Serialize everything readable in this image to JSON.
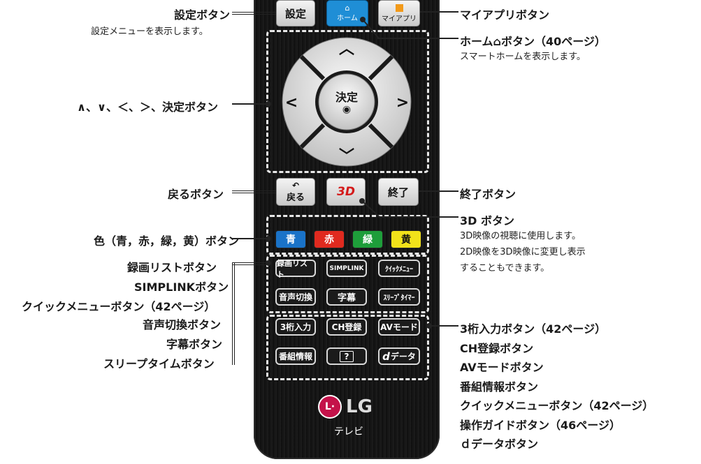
{
  "remote": {
    "settings_btn": "設定",
    "home_btn": "ホーム",
    "myapps_btn": "マイアプリ",
    "ok_btn": "決定",
    "back_btn": "戻る",
    "btn_3d": "3D",
    "exit_btn": "終了",
    "color_blue": "青",
    "color_red": "赤",
    "color_green": "緑",
    "color_yellow": "黄",
    "rec_list": "録画リスト",
    "simplink": "SIMPLINK",
    "quick_menu": "ｸｲｯｸﾒﾆｭｰ",
    "audio": "音声切換",
    "subtitle": "字幕",
    "sleep": "ｽﾘｰﾌﾟﾀｲﾏｰ",
    "three_digit": "3桁入力",
    "ch_reg": "CH登録",
    "av_mode": "AVモード",
    "prog_info": "番組情報",
    "guide": "?",
    "d_data": "データ",
    "d_letter": "d",
    "brand": "LG",
    "brand_sub": "テレビ"
  },
  "left_labels": {
    "settings": "設定ボタン",
    "settings_desc": "設定メニューを表示します。",
    "arrows": "∧、∨、＜、＞、決定ボタン",
    "back": "戻るボタン",
    "colors": "色（青，赤，緑，黄）ボタン",
    "rec_list": "録画リストボタン",
    "simplink": "SIMPLINKボタン",
    "quick_menu": "クイックメニューボタン（42ページ）",
    "audio": "音声切換ボタン",
    "subtitle": "字幕ボタン",
    "sleep": "スリープタイムボタン"
  },
  "right_labels": {
    "myapps": "マイアプリボタン",
    "home": "ホーム",
    "home_suffix": "ボタン（40ページ）",
    "home_desc": "スマートホームを表示します。",
    "exit": "終了ボタン",
    "btn_3d": "3D ボタン",
    "desc_3d_1": "3D映像の視聴に使用します。",
    "desc_3d_2": "2D映像を3D映像に変更し表示",
    "desc_3d_3": "することもできます。",
    "three_digit": "3桁入力ボタン（42ページ）",
    "ch_reg": "CH登録ボタン",
    "av_mode": "AVモードボタン",
    "prog_info": "番組情報ボタン",
    "quick_menu": "クイックメニューボタン（42ページ）",
    "guide": "操作ガイドボタン（46ページ）",
    "d_data": "ｄデータボタン"
  },
  "colors": {
    "blue": "#1a73c8",
    "red": "#e02a1f",
    "green": "#1e9e3a",
    "yellow": "#f2e21a",
    "home_blue": "#1f8ed6",
    "brand_red": "#c4124a"
  }
}
